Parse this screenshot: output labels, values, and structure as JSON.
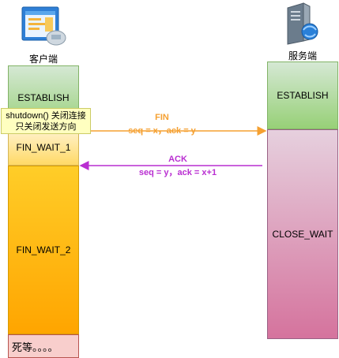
{
  "client": {
    "label": "客户端",
    "states": {
      "establish": "ESTABLISH",
      "fin_wait_1": "FIN_WAIT_1",
      "fin_wait_2": "FIN_WAIT_2",
      "dead": "死等。。。。"
    },
    "note_line1": "shutdown() 关闭连接",
    "note_line2": "只关闭发送方向"
  },
  "server": {
    "label": "服务端",
    "states": {
      "establish": "ESTABLISH",
      "close_wait": "CLOSE_WAIT"
    }
  },
  "messages": {
    "fin": {
      "title": "FIN",
      "detail": "seq = x，ack = y",
      "color": "#f5a031"
    },
    "ack": {
      "title": "ACK",
      "detail": "seq = y，ack = x+1",
      "color": "#b92fd1"
    }
  },
  "icons": {
    "client": "client-computer-icon",
    "server": "server-icon"
  }
}
